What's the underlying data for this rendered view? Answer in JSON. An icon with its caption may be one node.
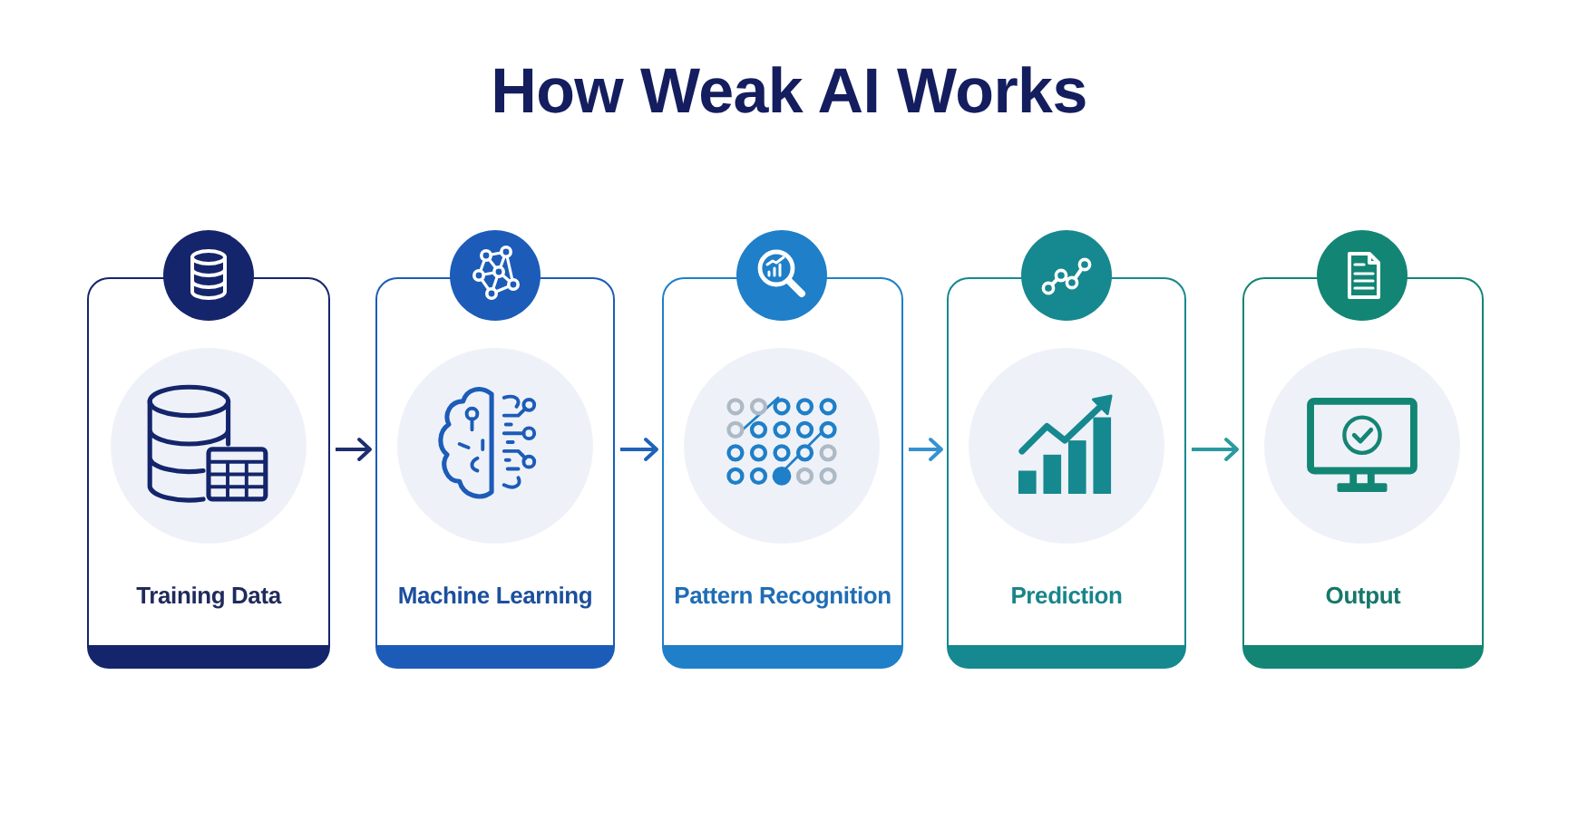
{
  "diagram": {
    "title": "How Weak AI Works",
    "nodes": [
      {
        "text": [
          "Training Data"
        ]
      },
      {
        "text": [
          "Machine Learning"
        ]
      },
      {
        "text": [
          "Pattern Recognition"
        ]
      },
      {
        "text": [
          "Prediction"
        ]
      },
      {
        "text": [
          "Output"
        ]
      }
    ],
    "edges": [
      {
        "from": 0,
        "to": 1,
        "arrow": "to",
        "color": "#1c2f6e"
      },
      {
        "from": 1,
        "to": 2,
        "arrow": "to",
        "color": "#1f62b8"
      },
      {
        "from": 2,
        "to": 3,
        "arrow": "to",
        "color": "#3592cf"
      },
      {
        "from": 3,
        "to": 4,
        "arrow": "to",
        "color": "#2a9a9e"
      }
    ]
  }
}
